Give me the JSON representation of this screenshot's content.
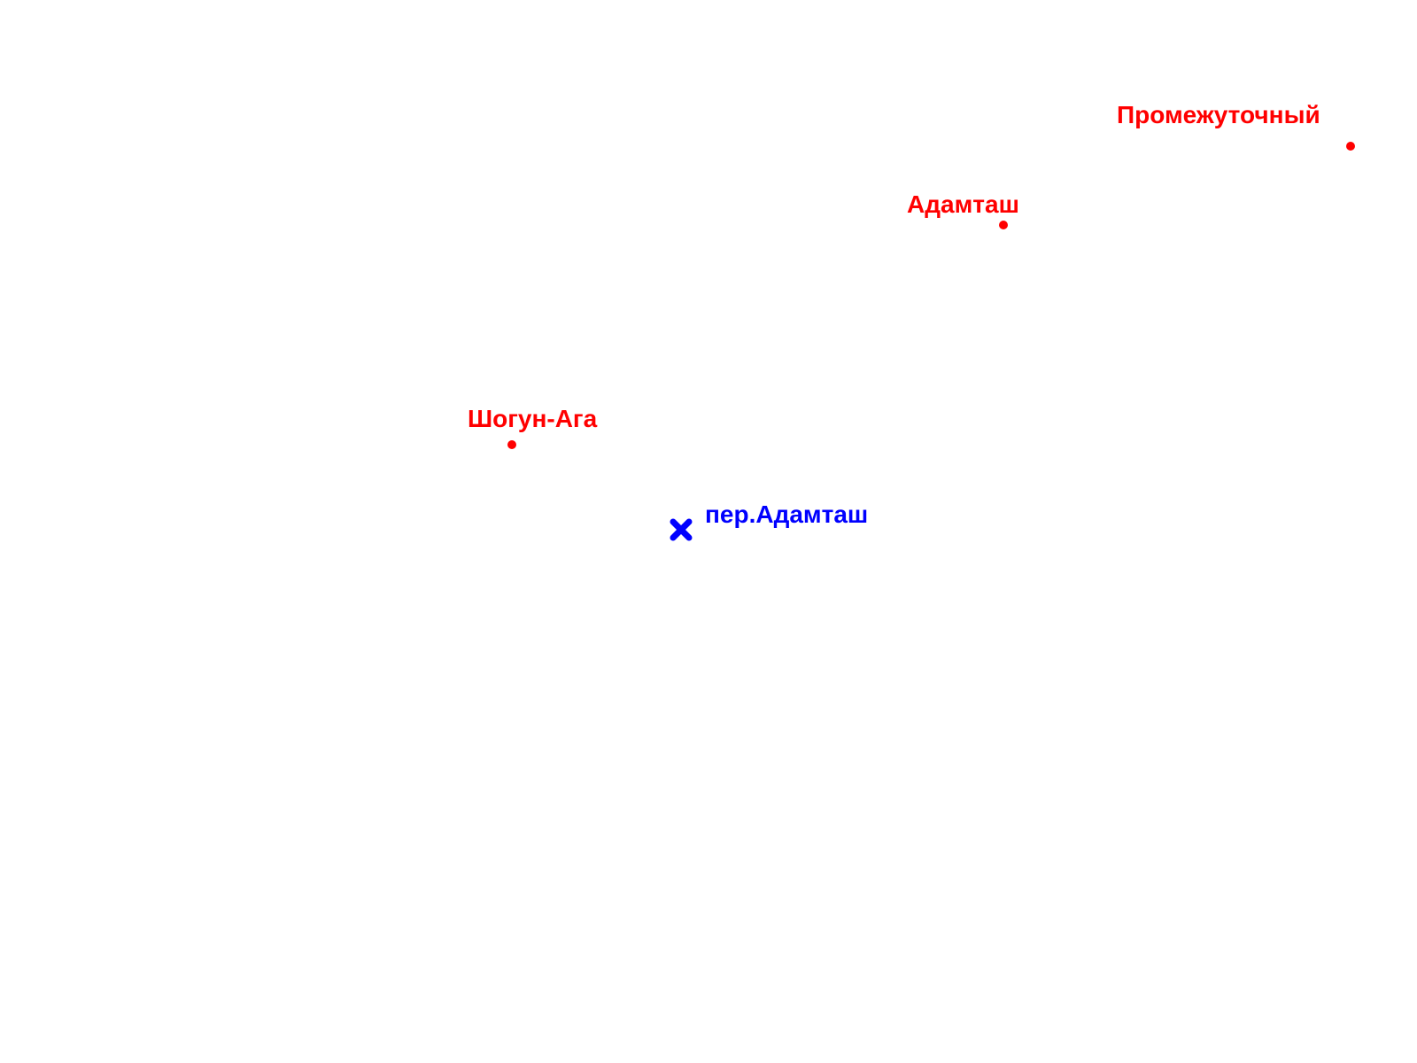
{
  "map": {
    "places": [
      {
        "name": "Промежуточный",
        "kind": "settlement",
        "color": "#ff0000"
      },
      {
        "name": "Адамташ",
        "kind": "settlement",
        "color": "#ff0000"
      },
      {
        "name": "Шогун-Ага",
        "kind": "settlement",
        "color": "#ff0000"
      }
    ],
    "pass": {
      "name": "пер.Адамташ",
      "kind": "mountain-pass",
      "icon": "cross-icon",
      "color": "#0000ff"
    }
  }
}
